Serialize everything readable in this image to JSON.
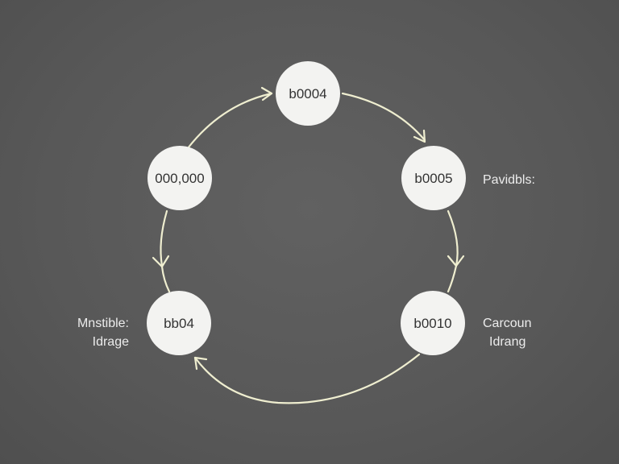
{
  "nodes": [
    {
      "id": "top",
      "label": "b0004"
    },
    {
      "id": "right-upper",
      "label": "b0005"
    },
    {
      "id": "right-lower",
      "label": "b0010"
    },
    {
      "id": "left-lower",
      "label": "bb04"
    },
    {
      "id": "left-upper",
      "label": "000,000"
    }
  ],
  "annotations": {
    "right_upper": "Pavidbls:",
    "right_lower_line1": "Carcoun",
    "right_lower_line2": "Idrang",
    "left_lower_line1": "Mnstible:",
    "left_lower_line2": "Idrage"
  },
  "edges": [
    {
      "from": "top",
      "to": "right-upper"
    },
    {
      "from": "right-upper",
      "to": "right-lower"
    },
    {
      "from": "right-lower",
      "to": "left-lower"
    },
    {
      "from": "left-upper",
      "to": "top"
    },
    {
      "from": "left-upper",
      "to": "left-lower"
    }
  ],
  "colors": {
    "background": "#5a5a5a",
    "node_fill": "#f3f3f1",
    "node_text": "#333333",
    "edge": "#efeed0",
    "annotation_text": "#ececec"
  }
}
